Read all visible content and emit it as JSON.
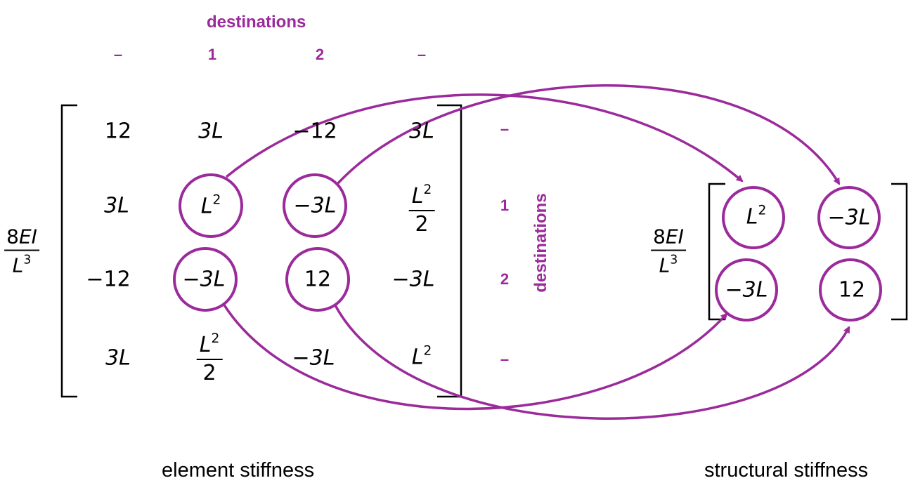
{
  "coefficient": {
    "num_prefix": "8",
    "num_var": "EI",
    "den_var": "L",
    "den_exp": "3"
  },
  "top_destinations": {
    "label": "destinations",
    "cols": [
      "–",
      "1",
      "2",
      "–"
    ]
  },
  "right_destinations": {
    "label": "destinations",
    "rows": [
      "–",
      "1",
      "2",
      "–"
    ]
  },
  "element_matrix": {
    "r1": [
      "12",
      "3L",
      "−12",
      "3L"
    ],
    "r2": [
      "3L",
      "L²",
      "−3L",
      "L²/2"
    ],
    "r3": [
      "−12",
      "−3L",
      "12",
      "−3L"
    ],
    "r4": [
      "3L",
      "L²/2",
      "−3L",
      "L²"
    ]
  },
  "structural_matrix": {
    "r1": [
      "L²",
      "−3L"
    ],
    "r2": [
      "−3L",
      "12"
    ]
  },
  "captions": {
    "element": "element stiffness",
    "structural": "structural stiffness"
  },
  "colors": {
    "accent": "#9b2a9b",
    "text": "#000000"
  }
}
